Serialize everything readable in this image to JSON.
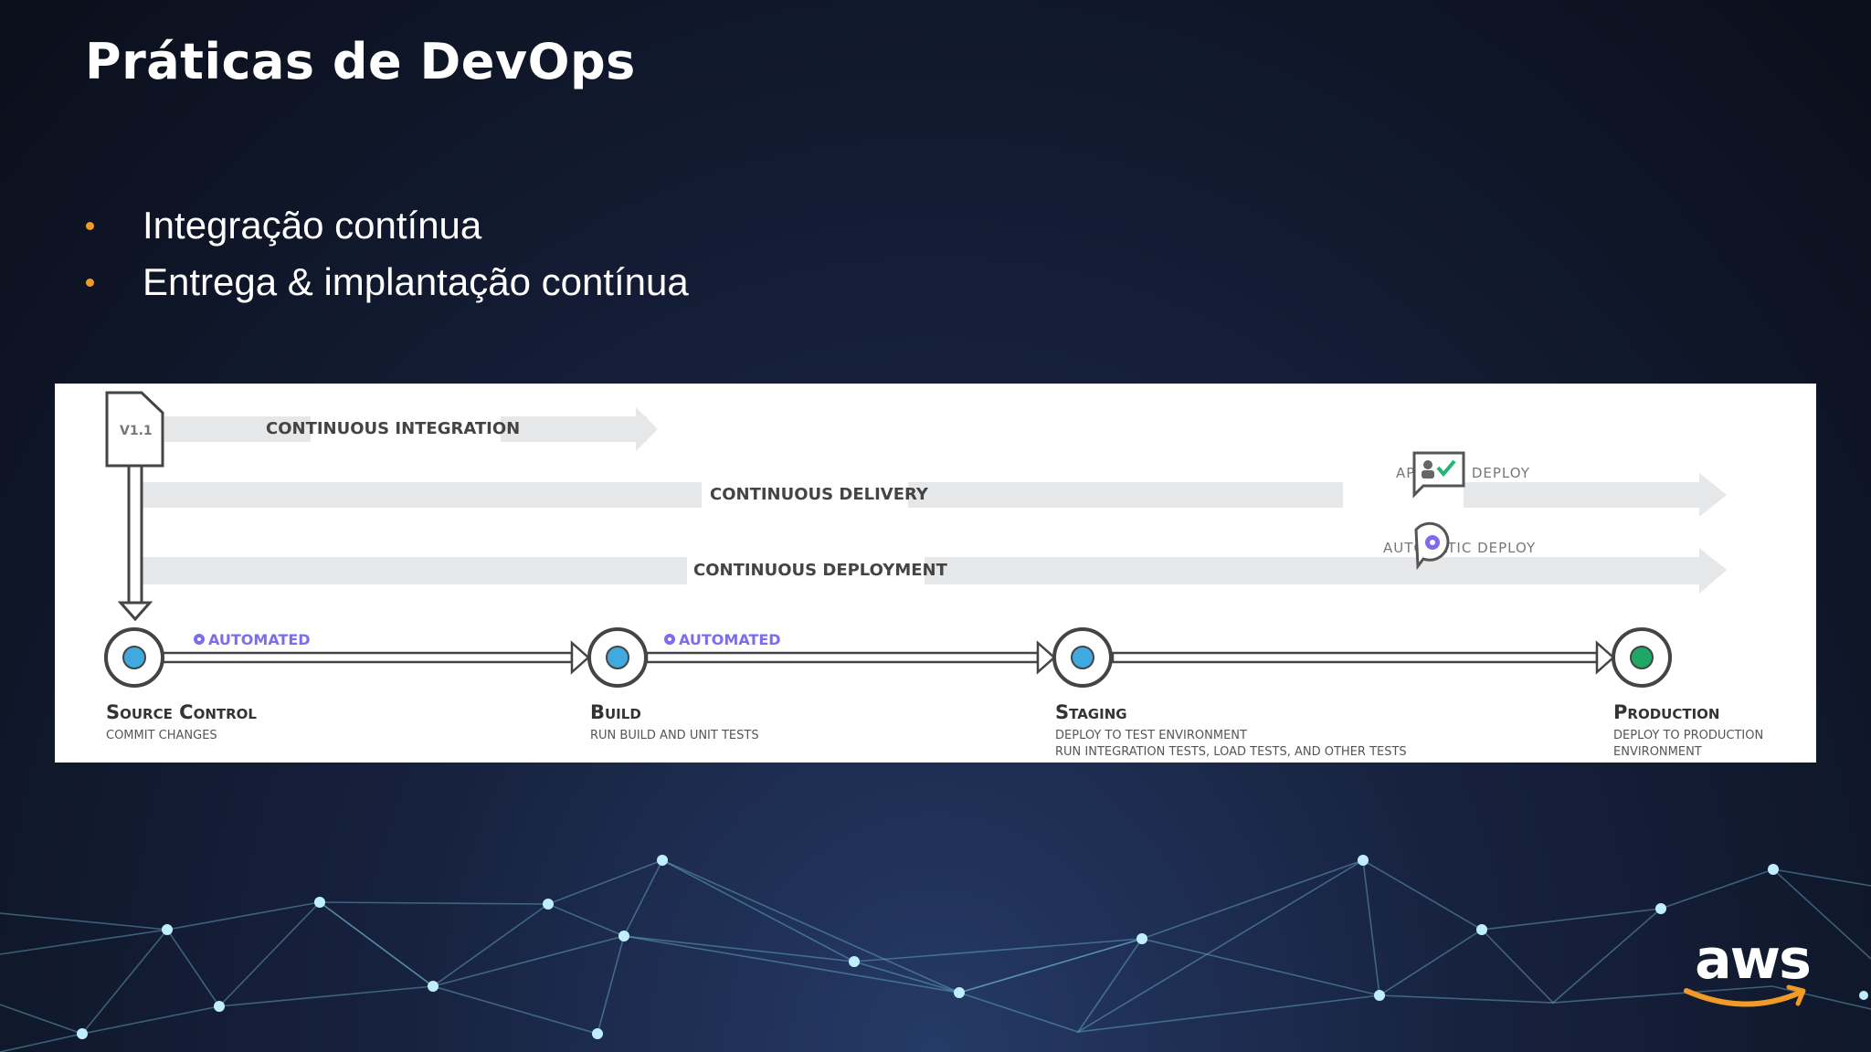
{
  "slide": {
    "title": "Práticas de DevOps",
    "bullets": [
      "Integração contínua",
      "Entrega & implantação contínua"
    ]
  },
  "diagram": {
    "version_label": "V1.1",
    "lanes": {
      "integration": "CONTINUOUS INTEGRATION",
      "delivery": "CONTINUOUS DELIVERY",
      "deployment": "CONTINUOUS DEPLOYMENT"
    },
    "approve_deploy": "APPROVE DEPLOY",
    "automatic_deploy": "AUTOMATIC DEPLOY",
    "automated_1": "AUTOMATED",
    "automated_2": "AUTOMATED",
    "stages": [
      {
        "title": "Source Control",
        "line1": "COMMIT CHANGES",
        "line2": ""
      },
      {
        "title": "Build",
        "line1": "RUN BUILD AND UNIT TESTS",
        "line2": ""
      },
      {
        "title": "Staging",
        "line1": "DEPLOY TO TEST ENVIRONMENT",
        "line2": "RUN INTEGRATION TESTS, LOAD TESTS, AND OTHER TESTS"
      },
      {
        "title": "Production",
        "line1": "DEPLOY TO PRODUCTION",
        "line2": "ENVIRONMENT"
      }
    ]
  },
  "branding": {
    "logo_text": "aws"
  },
  "colors": {
    "accent_orange": "#f29a27",
    "stage_blue": "#3fa9e0",
    "production_green": "#1fa865",
    "automated_purple": "#7b6cf0",
    "approve_green": "#22b573",
    "lane_gray": "#e6e7e9",
    "network_node": "#bfefff"
  },
  "icons": [
    "document-icon",
    "gear-icon",
    "approve-chat-icon",
    "automatic-chat-icon",
    "aws-smile-icon"
  ]
}
